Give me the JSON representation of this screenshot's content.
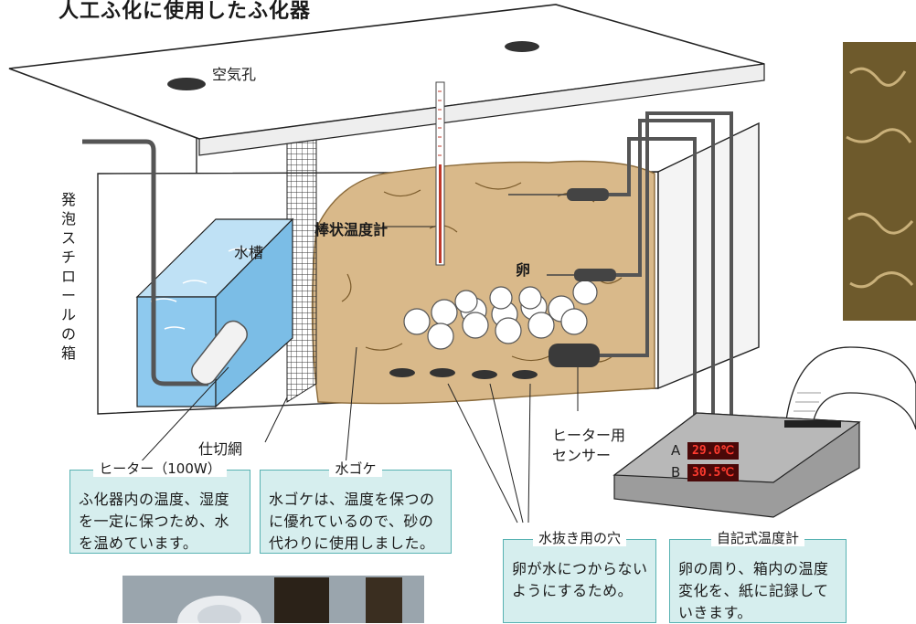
{
  "title": "人工ふ化に使用したふ化器",
  "labels": {
    "air_hole": "空気孔",
    "water_tank": "水槽",
    "box": "発泡スチロールの箱",
    "thermometer": "棒状温度計",
    "egg": "卵",
    "partition": "仕切網",
    "sensor": "ヒーター用\nセンサー"
  },
  "callouts": {
    "heater": {
      "title": "ヒーター（100W）",
      "body": "ふ化器内の温度、湿度を一定に保つため、水を温めています。"
    },
    "moss": {
      "title": "水ゴケ",
      "body": "水ゴケは、温度を保つのに優れているので、砂の代わりに使用しました。"
    },
    "drain": {
      "title": "水抜き用の穴",
      "body": "卵が水につからないようにするため。"
    },
    "recorder": {
      "title": "自記式温度計",
      "body": "卵の周り、箱内の温度変化を、紙に記録していきます。"
    }
  },
  "recorder_display": {
    "a_label": "A",
    "a_value": "29.0℃",
    "b_label": "B",
    "b_value": "30.5℃"
  },
  "colors": {
    "water": "#8ec9ee",
    "moss": "#d9b98a",
    "callout_fill": "#d6eeee",
    "callout_border": "#58b2b2",
    "display_text": "#ff3b2f"
  }
}
